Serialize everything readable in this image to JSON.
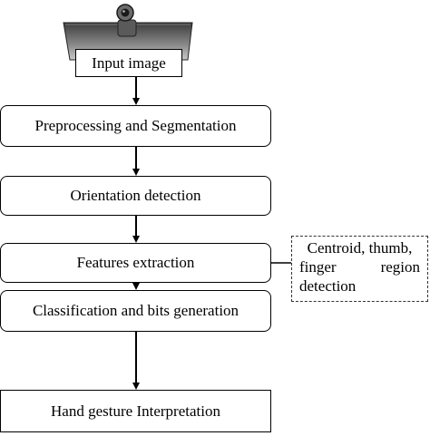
{
  "input_box": {
    "label": "Input image"
  },
  "steps": [
    {
      "id": "preprocessing",
      "label": "Preprocessing and Segmentation"
    },
    {
      "id": "orientation",
      "label": "Orientation detection"
    },
    {
      "id": "features",
      "label": "Features extraction"
    },
    {
      "id": "classification",
      "label": "Classification and bits generation"
    },
    {
      "id": "interpretation",
      "label": "Hand gesture Interpretation"
    }
  ],
  "annotation": {
    "line1": "Centroid, thumb,",
    "line2_left": "finger",
    "line2_right": "region",
    "line3": "detection"
  },
  "colors": {
    "stroke": "#000000",
    "laptop": "#4a4a4a",
    "laptop_light": "#9a9a9a"
  },
  "icons": {
    "webcam": "webcam-laptop-icon"
  }
}
